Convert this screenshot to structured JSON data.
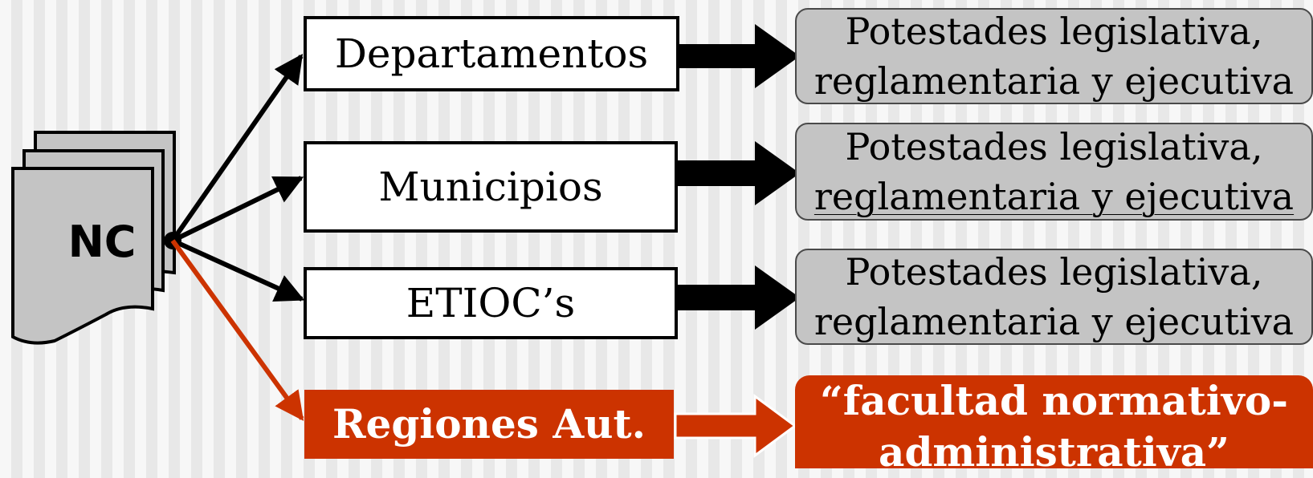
{
  "source": {
    "label": "NC"
  },
  "entities": [
    {
      "label": "Departamentos"
    },
    {
      "label": "Municipios"
    },
    {
      "label": "ETIOC’s"
    },
    {
      "label": "Regiones Aut."
    }
  ],
  "powers": [
    {
      "line1": "Potestades legislativa,",
      "line2": "reglamentaria y ejecutiva"
    },
    {
      "line1": "Potestades legislativa,",
      "line2": "reglamentaria y ejecutiva"
    },
    {
      "line1": "Potestades legislativa,",
      "line2": "reglamentaria y ejecutiva"
    }
  ],
  "regional_power": {
    "line1": "“facultad normativo-",
    "line2": "administrativa”"
  },
  "colors": {
    "highlight": "#cc3300",
    "power_box": "#c4c4c4",
    "line": "#000000"
  }
}
